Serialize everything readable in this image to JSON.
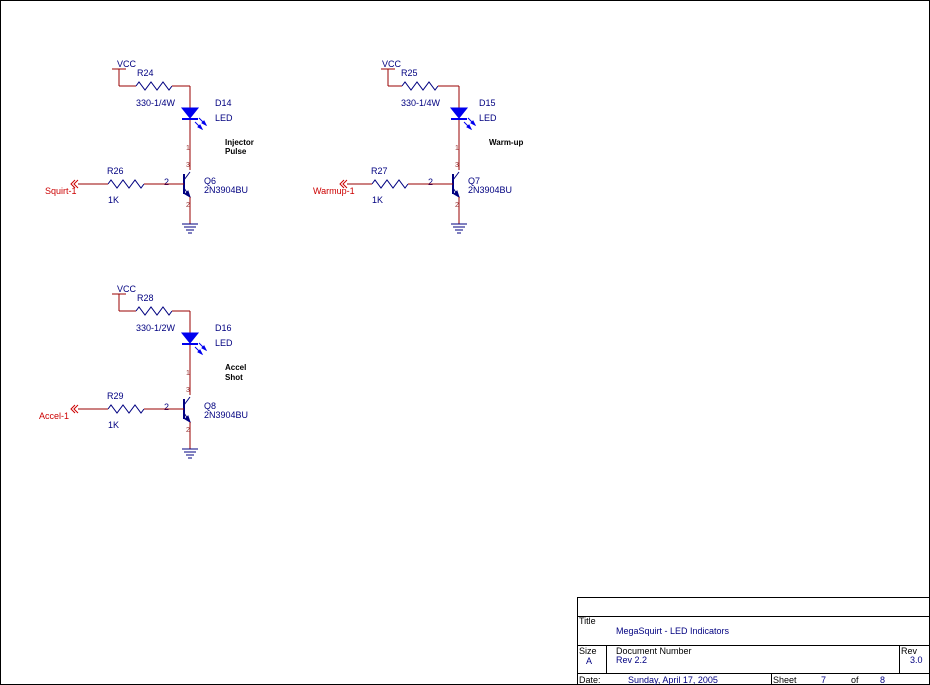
{
  "colors": {
    "wire": "#990000",
    "component": "#000080",
    "led": "#0000ee",
    "port": "#cc0000",
    "text": "#000000"
  },
  "circuits": [
    {
      "vcc": "VCC",
      "resistor_ref": "R24",
      "resistor_value": "330-1/4W",
      "led_ref": "D14",
      "led_value": "LED",
      "note_line1": "Injector",
      "note_line2": "Pulse",
      "base_resistor_ref": "R26",
      "base_resistor_value": "1K",
      "pin": "2",
      "transistor_ref": "Q6",
      "transistor_value": "2N3904BU",
      "port": "Squirt-1"
    },
    {
      "vcc": "VCC",
      "resistor_ref": "R25",
      "resistor_value": "330-1/4W",
      "led_ref": "D15",
      "led_value": "LED",
      "note_line1": "Warm-up",
      "note_line2": "",
      "base_resistor_ref": "R27",
      "base_resistor_value": "1K",
      "pin": "2",
      "transistor_ref": "Q7",
      "transistor_value": "2N3904BU",
      "port": "Warmup-1"
    },
    {
      "vcc": "VCC",
      "resistor_ref": "R28",
      "resistor_value": "330-1/2W",
      "led_ref": "D16",
      "led_value": "LED",
      "note_line1": "Accel",
      "note_line2": "Shot",
      "base_resistor_ref": "R29",
      "base_resistor_value": "1K",
      "pin": "2",
      "transistor_ref": "Q8",
      "transistor_value": "2N3904BU",
      "port": "Accel-1"
    }
  ],
  "title_block": {
    "title_label": "Title",
    "title": "MegaSquirt - LED Indicators",
    "size_label": "Size",
    "size": "A",
    "docnum_label": "Document Number",
    "docnum": "Rev 2.2",
    "rev_label": "Rev",
    "rev": "3.0",
    "date_label": "Date:",
    "date": "Sunday, April 17, 2005",
    "sheet_label": "Sheet",
    "sheet": "7",
    "of_label": "of",
    "sheet_total": "8"
  }
}
